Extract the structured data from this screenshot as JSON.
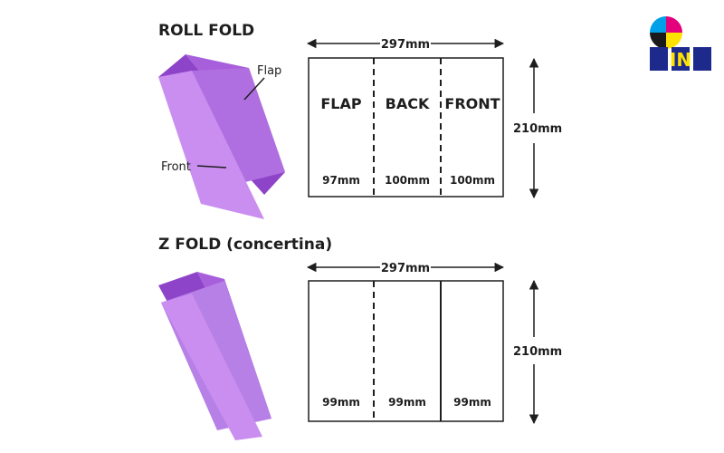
{
  "roll_fold": {
    "title": "ROLL FOLD",
    "width_label": "297mm",
    "height_label": "210mm",
    "callouts": {
      "flap": "Flap",
      "front": "Front"
    },
    "panels": [
      {
        "name": "FLAP",
        "size": "97mm"
      },
      {
        "name": "BACK",
        "size": "100mm"
      },
      {
        "name": "FRONT",
        "size": "100mm"
      }
    ]
  },
  "z_fold": {
    "title": "Z FOLD (concertina)",
    "width_label": "297mm",
    "height_label": "210mm",
    "panels": [
      {
        "name": "",
        "size": "99mm"
      },
      {
        "name": "",
        "size": "99mm"
      },
      {
        "name": "",
        "size": "99mm"
      }
    ]
  },
  "colors": {
    "paper_light": "#c98ef0",
    "paper_mid": "#b06fe0",
    "paper_dark": "#8e44c8",
    "outline": "#1e1e1e"
  },
  "logo": {
    "icon": "cmyk-printing-logo"
  }
}
